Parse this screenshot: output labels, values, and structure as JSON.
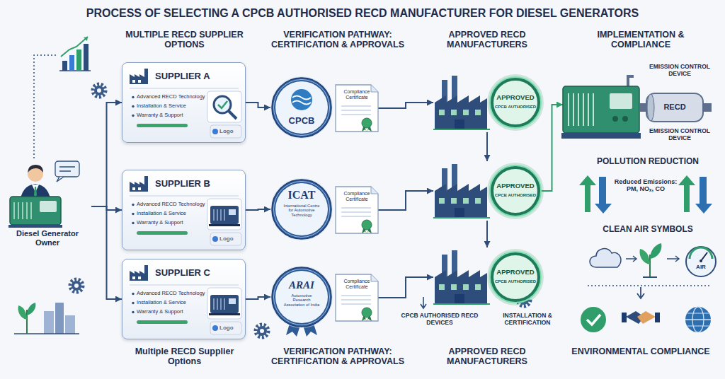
{
  "diagram": {
    "title": "PROCESS OF SELECTING A CPCB AUTHORISED RECD MANUFACTURER FOR DIESEL GENERATORS",
    "nodes": [
      {
        "text": [
          "Diesel Generator Owner"
        ]
      },
      {
        "text": [
          "SUPPLIER A",
          "Advanced RECD Technology",
          "Installation & Service",
          "Warranty & Support",
          "Logo"
        ]
      },
      {
        "text": [
          "SUPPLIER B",
          "Advanced RECD Technology",
          "Installation & Service",
          "Warranty & Support",
          "Logo"
        ]
      },
      {
        "text": [
          "SUPPLIER C",
          "Advanced RECD Technology",
          "Installation & Service",
          "Warranty & Support",
          "Logo"
        ]
      },
      {
        "text": [
          "CPCB"
        ]
      },
      {
        "text": [
          "ICAT",
          "International Centre for Automotive Technology"
        ]
      },
      {
        "text": [
          "ARAI",
          "Automotive Research Association of India"
        ]
      },
      {
        "text": [
          "Compliance Certificate"
        ]
      },
      {
        "text": [
          "Compliance Certificate"
        ]
      },
      {
        "text": [
          "Compliance Certificate"
        ]
      },
      {
        "text": [
          "APPROVED",
          "CPCB AUTHORISED"
        ]
      },
      {
        "text": [
          "APPROVED",
          "CPCB AUTHORISED"
        ]
      },
      {
        "text": [
          "APPROVED",
          "CPCB AUTHORISED"
        ]
      },
      {
        "text": [
          "RECD"
        ]
      }
    ],
    "edges": [
      {
        "from": 0,
        "to": 1,
        "arrow": "to"
      },
      {
        "from": 0,
        "to": 2,
        "arrow": "to"
      },
      {
        "from": 0,
        "to": 3,
        "arrow": "to"
      },
      {
        "from": 1,
        "to": 4,
        "arrow": "to"
      },
      {
        "from": 2,
        "to": 5,
        "arrow": "to"
      },
      {
        "from": 3,
        "to": 6,
        "arrow": "to"
      },
      {
        "from": 7,
        "to": 10,
        "arrow": "to"
      },
      {
        "from": 8,
        "to": 11,
        "arrow": "to"
      },
      {
        "from": 9,
        "to": 12,
        "arrow": "to"
      },
      {
        "from": 10,
        "to": 11,
        "arrow": "to"
      },
      {
        "from": 11,
        "to": 12,
        "arrow": "to"
      },
      {
        "from": 11,
        "to": 13,
        "arrow": "to"
      }
    ],
    "labels": [
      "MULTIPLE RECD SUPPLIER OPTIONS",
      "VERIFICATION PATHWAY: CERTIFICATION & APPROVALS",
      "APPROVED RECD MANUFACTURERS",
      "IMPLEMENTATION & COMPLIANCE",
      "EMISSION CONTROL DEVICE",
      "EMISSION CONTROL DEVICE",
      "POLLUTION REDUCTION",
      "Reduced Emissions: PM, NOₓ, CO",
      "CLEAN AIR SYMBOLS",
      "AIR",
      "CPCB AUTHORISED RECD DEVICES",
      "INSTALLATION & CERTIFICATION",
      "Multiple RECD Supplier Options",
      "VERIFICATION PATHWAY: CERTIFICATION & APPROVALS",
      "APPROVED RECD MANUFACTURERS",
      "ENVIRONMENTAL COMPLIANCE"
    ]
  }
}
